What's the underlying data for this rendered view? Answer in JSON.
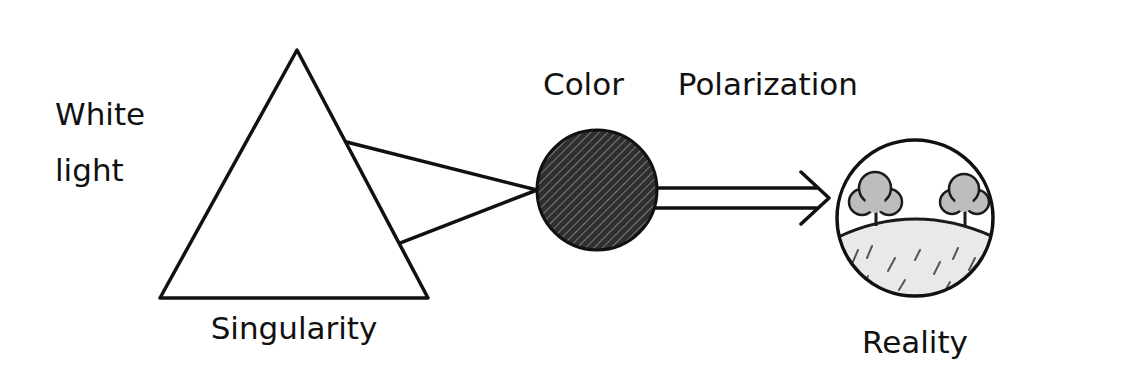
{
  "diagram": {
    "nodes": [
      {
        "text": [
          "Singularity"
        ]
      },
      {
        "text": [
          "Color Polarization"
        ]
      },
      {
        "text": [
          "Reality"
        ]
      }
    ],
    "edges": [
      {
        "from": 0,
        "to": 1,
        "arrow": "none"
      },
      {
        "from": 1,
        "to": 2,
        "arrow": "to"
      }
    ],
    "labels": [
      "White light"
    ]
  }
}
